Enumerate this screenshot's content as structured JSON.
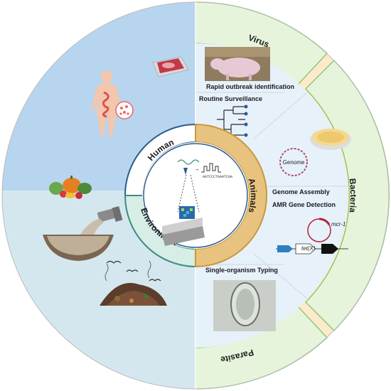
{
  "center": {
    "sectors": {
      "human": "Human",
      "animals": "Animals",
      "environment": "Environment"
    },
    "sequence_text": "AGTCCCTGAATCGA"
  },
  "outer_ring": {
    "virus": "Virus",
    "bacteria": "Bacteria",
    "parasite": "Parasite"
  },
  "panels": {
    "rapid_outbreak": "Rapid outbreak identification",
    "routine_surveillance": "Routine Surveillance",
    "genome_label": "Genome",
    "genome_assembly": "Genome Assembly",
    "amr_detection": "AMR Gene Detection",
    "plasmid_gene": "mcr-1",
    "gene_arrow_label": "tet(X)",
    "single_typing": "Single-organism Typing"
  },
  "colors": {
    "human_bg": "#b7d5ef",
    "environment_bg": "#d5e7ee",
    "right_panel_bg": "#e7f1fa",
    "ring_green": "#e6f4dc",
    "ring_peach": "#fbeacc",
    "green_border": "#7cbf5c",
    "inner_blue": "#2b5c8e",
    "inner_teal": "#3e8c7d",
    "inner_gold": "#e8c37f"
  },
  "icons": [
    "meat-tray-icon",
    "human-body-icon",
    "vegetables-icon",
    "wastewater-pipe-icon",
    "soil-pile-icon",
    "birds-icon",
    "pig-photo",
    "phylogenetic-tree-icon",
    "petri-dish-icon",
    "genome-circle-icon",
    "plasmid-icon",
    "gene-arrows-icon",
    "parasite-egg-photo",
    "sequencer-icon",
    "dna-strand-icon",
    "chromatogram-icon"
  ]
}
